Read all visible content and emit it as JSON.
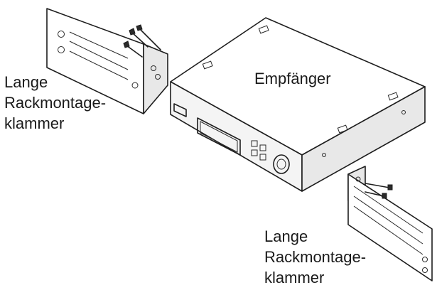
{
  "labels": {
    "left_bracket": [
      "Lange",
      "Rackmontage-",
      "klammer"
    ],
    "receiver": "Empfänger",
    "right_bracket": [
      "Lange",
      "Rackmontage-",
      "klammer"
    ]
  }
}
